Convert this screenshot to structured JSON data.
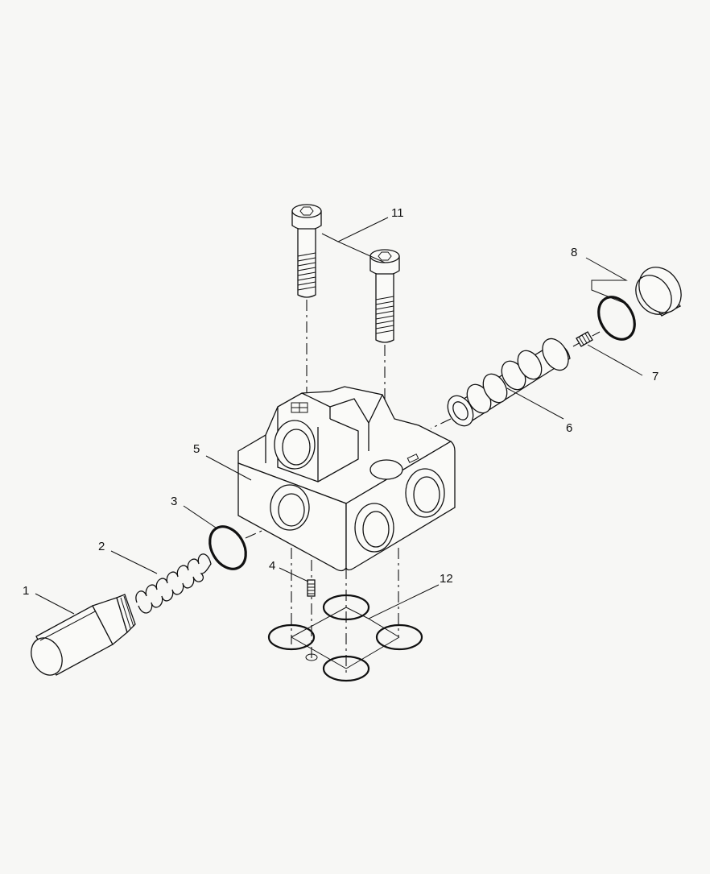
{
  "callouts": {
    "c1": "1",
    "c2": "2",
    "c3": "3",
    "c4": "4",
    "c5": "5",
    "c6": "6",
    "c7": "7",
    "c8": "8",
    "c11": "11",
    "c12": "12"
  }
}
